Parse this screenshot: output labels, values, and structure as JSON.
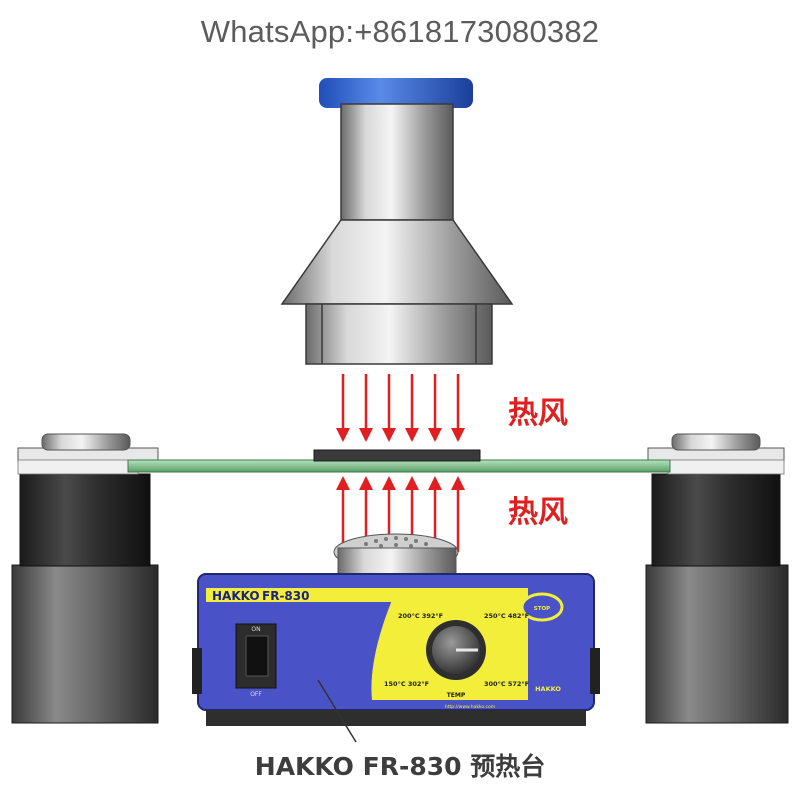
{
  "watermark": {
    "text": "WhatsApp:+8618173080382"
  },
  "airflow": {
    "top_label": "热风",
    "bottom_label": "热风",
    "color": "#e02020"
  },
  "station": {
    "brand": "HAKKO",
    "model": "FR-830",
    "switch_on": "ON",
    "switch_off": "OFF",
    "dial_label": "TEMP",
    "temps": [
      "200°C 392°F",
      "250°C 482°F",
      "150°C 302°F",
      "300°C 572°F"
    ],
    "standby": "STOP",
    "logo": "HAKKO",
    "url": "http://www.hakko.com",
    "body_color": "#4a52c8",
    "panel_color": "#f2ee3a"
  },
  "caption": {
    "text": "HAKKO FR-830 预热台"
  }
}
